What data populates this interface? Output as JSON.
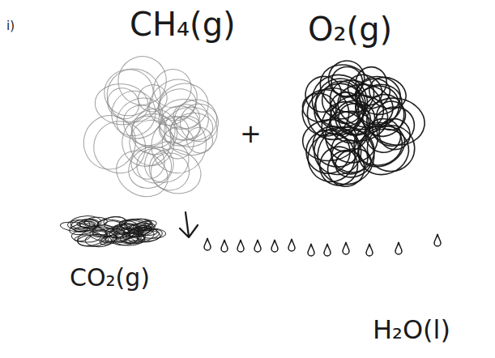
{
  "diagram": {
    "labels": [
      "i)",
      "CH₄(g)",
      "+",
      "O₂(g)",
      "CO₂(g)",
      "H₂O(l)"
    ]
  }
}
